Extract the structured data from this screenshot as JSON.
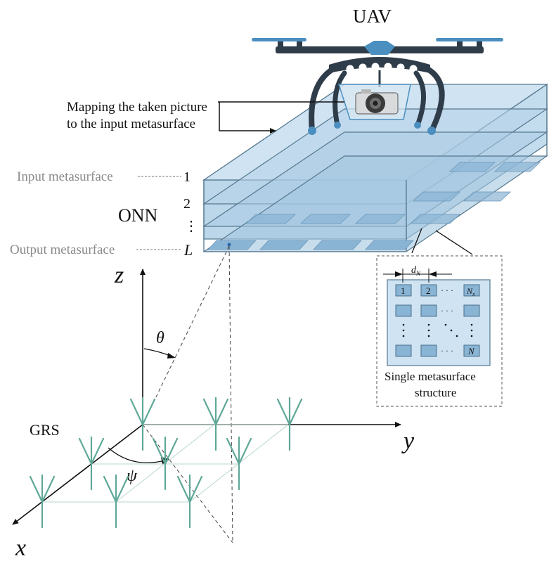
{
  "labels": {
    "uav": "UAV",
    "mapping_line1": "Mapping the taken picture",
    "mapping_line2": "to the input metasurface",
    "input_metasurface": "Input metasurface",
    "output_metasurface": "Output metasurface",
    "onn": "ONN",
    "layer_1": "1",
    "layer_2": "2",
    "layer_L": "L",
    "vdots": "⋮",
    "axis_z": "z",
    "axis_y": "y",
    "axis_x": "x",
    "theta": "θ",
    "psi": "ψ",
    "grs": "GRS"
  },
  "inset": {
    "dn_label": "d",
    "dn_sub": "N",
    "cell_1": "1",
    "cell_2": "2",
    "cell_nx": "N",
    "cell_nx_sub": "x",
    "cell_n": "N",
    "hdots": "· · ·",
    "caption_line1": "Single metasurface",
    "caption_line2": "structure"
  },
  "colors": {
    "slab_fill": "#a9cbe3",
    "slab_edge": "#55788f",
    "patch": "#8ab4d4",
    "antenna": "#5fa898",
    "drone_dark": "#2f3c4a",
    "drone_blue": "#4b8fc0"
  }
}
